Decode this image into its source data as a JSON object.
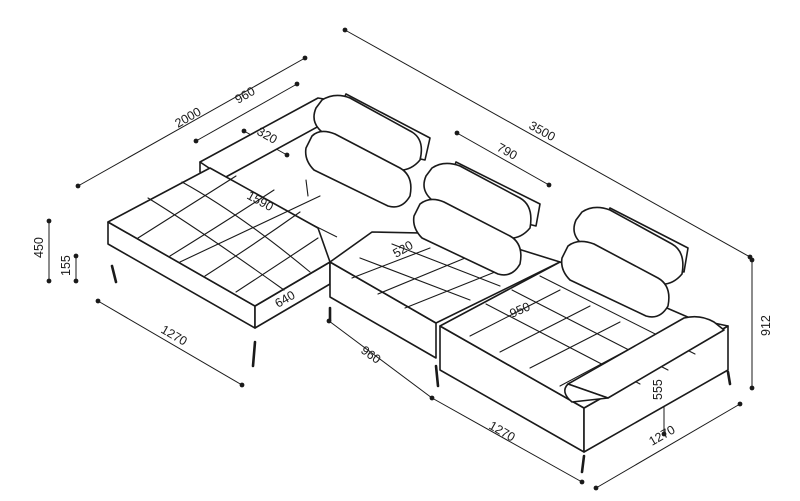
{
  "dimensions": {
    "overall_length": "3500",
    "chaise_depth": "2000",
    "chaise_width": "960",
    "armrest_width": "320",
    "chaise_seat_length": "1590",
    "chaise_seat_width": "640",
    "chaise_front": "1270",
    "seat_height": "450",
    "leg_height": "155",
    "middle_width": "790",
    "middle_seat_depth": "520",
    "middle_module_width": "960",
    "right_seat_depth": "950",
    "front_length": "1270",
    "right_depth": "1270",
    "back_height": "912",
    "arm_height": "555"
  }
}
